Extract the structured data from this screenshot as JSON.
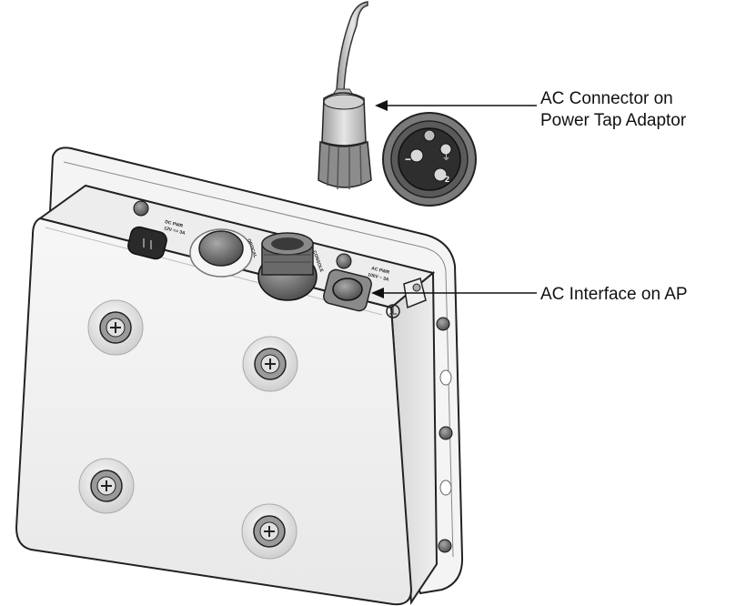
{
  "callouts": {
    "ac_connector": {
      "line1": "AC Connector on",
      "line2": "Power Tap Adaptor"
    },
    "ac_interface": {
      "line1": "AC Interface on AP"
    }
  },
  "device_labels": {
    "dc_power": {
      "line1": "DC PWR",
      "line2": "12V == 3A"
    },
    "optical": "OPTICAL",
    "console": "CONSOLE",
    "ac_power": {
      "line1": "AC PWR",
      "line2": "100V ~ 3A"
    }
  },
  "connector_pins": {
    "pin_line": "−",
    "pin_ground": "⏚",
    "pin_2": "2"
  },
  "colors": {
    "line": "#111111",
    "enclosure": "#f2f2f2",
    "bolt": "#9a9a9a"
  }
}
